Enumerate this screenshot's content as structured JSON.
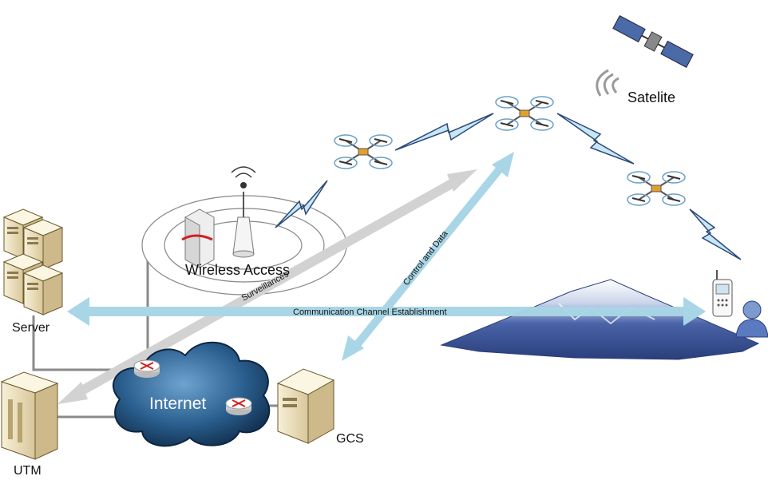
{
  "labels": {
    "satellite": "Satelite",
    "wireless_access": "Wireless Access",
    "server": "Server",
    "utm": "UTM",
    "internet": "Internet",
    "gcs": "GCS",
    "surveillance": "Surveillances",
    "control_data": "Control and Data",
    "comm_channel": "Communication Channel Establishment"
  },
  "colors": {
    "gray_arrow": "#d2d2d2",
    "blue_arrow": "#a9d6e6",
    "lightning": "#c9e6f5",
    "lightning_stroke": "#2b4a7a",
    "cloud": "#2a5f8f",
    "mountain": "#3a5595",
    "line_gray": "#8a8a8a"
  },
  "icons": [
    "satellite-icon",
    "drone-icon",
    "antenna-icon",
    "server-icon",
    "router-icon",
    "cloud-icon",
    "mountain-icon",
    "phone-icon",
    "person-icon"
  ]
}
